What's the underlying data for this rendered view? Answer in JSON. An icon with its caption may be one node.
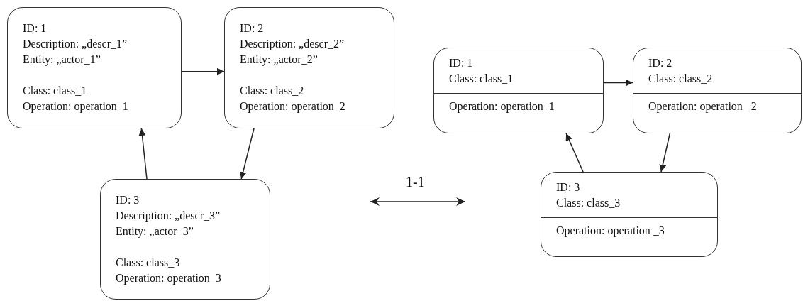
{
  "diagram": {
    "nodes": [
      {
        "text": [
          "ID: 1",
          "Description: „descr_1”",
          "Entity: „actor_1”",
          "Class: class_1",
          "Operation: operation_1"
        ]
      },
      {
        "text": [
          "ID: 2",
          "Description: „descr_2”",
          "Entity: „actor_2”",
          "Class: class_2",
          "Operation: operation_2"
        ]
      },
      {
        "text": [
          "ID: 3",
          "Description: „descr_3”",
          "Entity: „actor_3”",
          "Class: class_3",
          "Operation: operation_3"
        ]
      },
      {
        "text": [
          "ID: 1",
          "Class: class_1",
          "Operation: operation_1"
        ]
      },
      {
        "text": [
          "ID: 2",
          "Class: class_2",
          "Operation: operation _2"
        ]
      },
      {
        "text": [
          "ID: 3",
          "Class: class_3",
          "Operation: operation _3"
        ]
      }
    ],
    "edges": [
      {
        "from": 0,
        "to": 1,
        "arrow": "to"
      },
      {
        "from": 1,
        "to": 2,
        "arrow": "to"
      },
      {
        "from": 2,
        "to": 0,
        "arrow": "to"
      },
      {
        "from": 3,
        "to": 4,
        "arrow": "to"
      },
      {
        "from": 4,
        "to": 5,
        "arrow": "to"
      },
      {
        "from": 5,
        "to": 3,
        "arrow": "to"
      }
    ],
    "labels": [
      "1-1"
    ]
  }
}
